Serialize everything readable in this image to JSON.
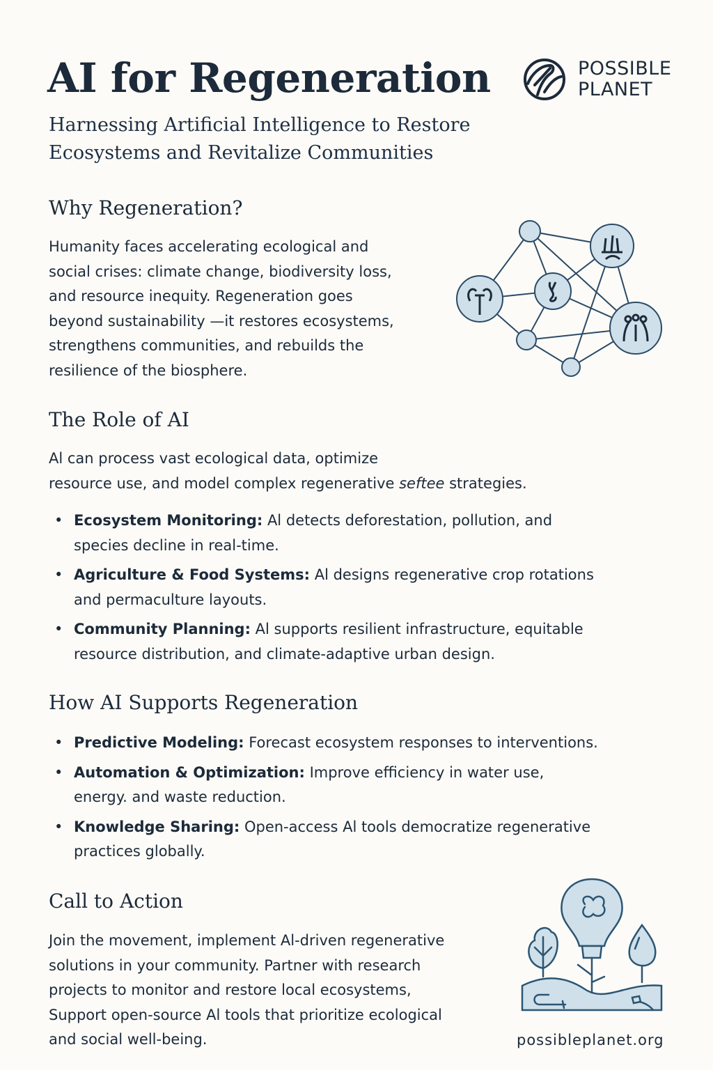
{
  "header": {
    "title": "AI for Regeneration",
    "subtitle": "Harnessing Artificial Intelligence to Restore Ecosystems and Revitalize Communities"
  },
  "logo": {
    "line1": "POSSIBLE",
    "line2": "PLANET"
  },
  "why": {
    "heading": "Why Regeneration?",
    "body": "Humanity faces accelerating ecological and social crises: climate change, biodiversity loss, and resource inequity. Regeneration goes beyond sustainability —it restores ecosystems, strengthens communities, and rebuilds the resilience of the biosphere."
  },
  "role": {
    "heading": "The Role of AI",
    "intro_a": "Al can process vast ecological data, optimize",
    "intro_b": "resource use, and model complex regenerative ",
    "intro_em": "seftee",
    "intro_c": " strategies.",
    "items": [
      {
        "term": "Ecosystem Monitoring:",
        "text": " Al detects deforestation, pollution, and species decline in real-time."
      },
      {
        "term": "Agriculture & Food Systems:",
        "text": " Al designs regenerative crop rotations and permaculture layouts."
      },
      {
        "term": "Community Planning:",
        "text": " Al supports resilient infrastructure, equitable resource distribution, and climate-adaptive urban design."
      }
    ]
  },
  "how": {
    "heading": "How AI Supports Regeneration",
    "items": [
      {
        "term": "Predictive Modeling:",
        "text": " Forecast ecosystem responses to interventions."
      },
      {
        "term": "Automation & Optimization:",
        "text": " Improve efficiency in water use, energy. and waste reduction."
      },
      {
        "term": "Knowledge Sharing:",
        "text": " Open-access Al tools democratize regenerative practices globally."
      }
    ]
  },
  "cta": {
    "heading": "Call to Action",
    "body": "Join the movement, implement Al-driven regenerative solutions in your community. Partner with research projects to monitor and restore local ecosystems, Support open-source Al tools that prioritize ecological and social well-being."
  },
  "footer": {
    "url": "possibleplanet.org"
  },
  "colors": {
    "ink": "#1c2a3a",
    "node_fill": "#cfe0ea",
    "line": "#2b4a66"
  }
}
